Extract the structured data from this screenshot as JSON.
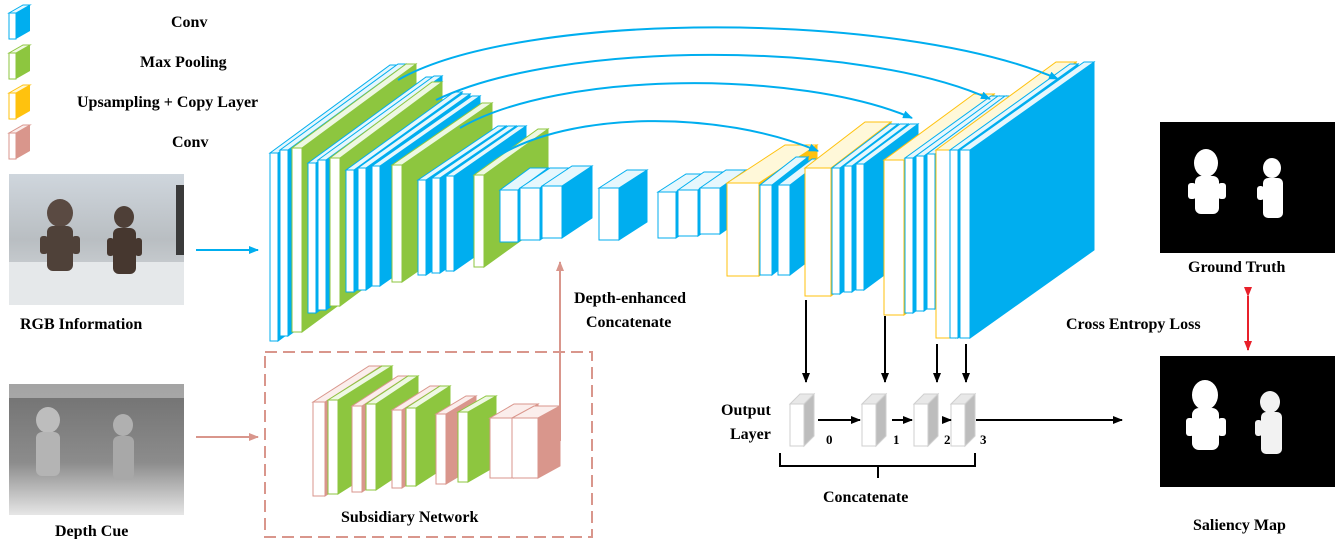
{
  "legend": {
    "items": [
      {
        "label": "Conv",
        "color": "#00aeef"
      },
      {
        "label": "Max Pooling",
        "color": "#8dc63f"
      },
      {
        "label": "Upsampling + Copy Layer",
        "color": "#ffc20e"
      },
      {
        "label": "Conv",
        "color": "#d9968c"
      }
    ]
  },
  "inputs": {
    "rgb_caption": "RGB Information",
    "depth_caption": "Depth Cue"
  },
  "labels": {
    "depth_enhanced_line1": "Depth-enhanced",
    "depth_enhanced_line2": "Concatenate",
    "subsidiary_network": "Subsidiary Network",
    "output_layer_line1": "Output",
    "output_layer_line2": "Layer",
    "concatenate": "Concatenate",
    "cross_entropy_loss": "Cross Entropy Loss",
    "ground_truth": "Ground Truth",
    "saliency_map": "Saliency Map"
  },
  "output_indices": [
    "0",
    "1",
    "2",
    "3"
  ],
  "colors": {
    "conv": "#00aeef",
    "pool": "#8dc63f",
    "upsample": "#ffc20e",
    "depth_conv": "#d9968c",
    "depth_box": "#d9968c",
    "loss_arrow": "#e8202a",
    "output_block": "#cfcfcf"
  }
}
